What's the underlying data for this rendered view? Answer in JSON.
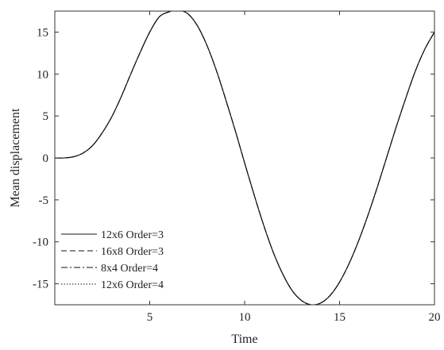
{
  "chart_data": {
    "type": "line",
    "title": "",
    "xlabel": "Time",
    "ylabel": "Mean displacement",
    "xlim": [
      0,
      20
    ],
    "ylim": [
      -17.5,
      17.5
    ],
    "xticks": [
      5,
      10,
      15,
      20
    ],
    "yticks": [
      15,
      10,
      5,
      0,
      -5,
      -10,
      -15
    ],
    "xtick_labels": [
      "5",
      "10",
      "15",
      "20"
    ],
    "ytick_labels": [
      "15",
      "10",
      "5",
      "0",
      "-5",
      "-10",
      "-15"
    ],
    "grid": false,
    "legend_position": "bottom-left",
    "series": [
      {
        "name": "12x6 Order=3",
        "style": "solid",
        "x": [
          0,
          0.5,
          1,
          1.5,
          2,
          2.5,
          3,
          3.5,
          4,
          4.5,
          5,
          5.5,
          6,
          6.5,
          7,
          7.5,
          8,
          8.5,
          9,
          9.5,
          10,
          10.5,
          11,
          11.5,
          12,
          12.5,
          13,
          13.5,
          14,
          14.5,
          15,
          15.5,
          16,
          16.5,
          17,
          17.5,
          18,
          18.5,
          19,
          19.5,
          20
        ],
        "y": [
          0,
          0,
          0.15,
          0.6,
          1.5,
          3.0,
          4.9,
          7.3,
          10.0,
          12.6,
          15.0,
          16.8,
          17.4,
          17.6,
          17.2,
          15.8,
          13.5,
          10.5,
          7.0,
          3.3,
          -0.6,
          -4.4,
          -8.0,
          -11.2,
          -13.8,
          -15.8,
          -17.0,
          -17.5,
          -17.3,
          -16.4,
          -14.8,
          -12.6,
          -9.9,
          -6.8,
          -3.4,
          0.2,
          3.8,
          7.2,
          10.4,
          13.0,
          15.0
        ]
      },
      {
        "name": "16x8 Order=3",
        "style": "dashed",
        "x": [
          0,
          0.5,
          1,
          1.5,
          2,
          2.5,
          3,
          3.5,
          4,
          4.5,
          5,
          5.5,
          6,
          6.5,
          7,
          7.5,
          8,
          8.5,
          9,
          9.5,
          10,
          10.5,
          11,
          11.5,
          12,
          12.5,
          13,
          13.5,
          14,
          14.5,
          15,
          15.5,
          16,
          16.5,
          17,
          17.5,
          18,
          18.5,
          19,
          19.5,
          20
        ],
        "y": [
          0,
          0,
          0.15,
          0.6,
          1.5,
          3.0,
          4.9,
          7.3,
          10.0,
          12.6,
          15.0,
          16.8,
          17.4,
          17.6,
          17.2,
          15.8,
          13.5,
          10.5,
          7.0,
          3.3,
          -0.6,
          -4.4,
          -8.0,
          -11.2,
          -13.8,
          -15.8,
          -17.0,
          -17.5,
          -17.3,
          -16.4,
          -14.8,
          -12.6,
          -9.9,
          -6.8,
          -3.4,
          0.2,
          3.8,
          7.2,
          10.4,
          13.0,
          15.0
        ]
      },
      {
        "name": "8x4 Order=4",
        "style": "dashdot",
        "x": [
          0,
          0.5,
          1,
          1.5,
          2,
          2.5,
          3,
          3.5,
          4,
          4.5,
          5,
          5.5,
          6,
          6.5,
          7,
          7.5,
          8,
          8.5,
          9,
          9.5,
          10,
          10.5,
          11,
          11.5,
          12,
          12.5,
          13,
          13.5,
          14,
          14.5,
          15,
          15.5,
          16,
          16.5,
          17,
          17.5,
          18,
          18.5,
          19,
          19.5,
          20
        ],
        "y": [
          0,
          0,
          0.15,
          0.6,
          1.5,
          3.0,
          4.9,
          7.3,
          10.0,
          12.6,
          15.0,
          16.8,
          17.4,
          17.6,
          17.2,
          15.8,
          13.5,
          10.5,
          7.0,
          3.3,
          -0.6,
          -4.4,
          -8.0,
          -11.2,
          -13.8,
          -15.8,
          -17.0,
          -17.5,
          -17.3,
          -16.4,
          -14.8,
          -12.6,
          -9.9,
          -6.8,
          -3.4,
          0.2,
          3.8,
          7.2,
          10.4,
          13.0,
          15.0
        ]
      },
      {
        "name": "12x6 Order=4",
        "style": "dotted",
        "x": [
          0,
          0.5,
          1,
          1.5,
          2,
          2.5,
          3,
          3.5,
          4,
          4.5,
          5,
          5.5,
          6,
          6.5,
          7,
          7.5,
          8,
          8.5,
          9,
          9.5,
          10,
          10.5,
          11,
          11.5,
          12,
          12.5,
          13,
          13.5,
          14,
          14.5,
          15,
          15.5,
          16,
          16.5,
          17,
          17.5,
          18,
          18.5,
          19,
          19.5,
          20
        ],
        "y": [
          0,
          0,
          0.15,
          0.6,
          1.5,
          3.0,
          4.9,
          7.3,
          10.0,
          12.6,
          15.0,
          16.8,
          17.4,
          17.6,
          17.2,
          15.8,
          13.5,
          10.5,
          7.0,
          3.3,
          -0.6,
          -4.4,
          -8.0,
          -11.2,
          -13.8,
          -15.8,
          -17.0,
          -17.5,
          -17.3,
          -16.4,
          -14.8,
          -12.6,
          -9.9,
          -6.8,
          -3.4,
          0.2,
          3.8,
          7.2,
          10.4,
          13.0,
          15.0
        ]
      }
    ],
    "colors": {
      "line": "#111111",
      "axis": "#333333",
      "background": "#ffffff"
    }
  }
}
